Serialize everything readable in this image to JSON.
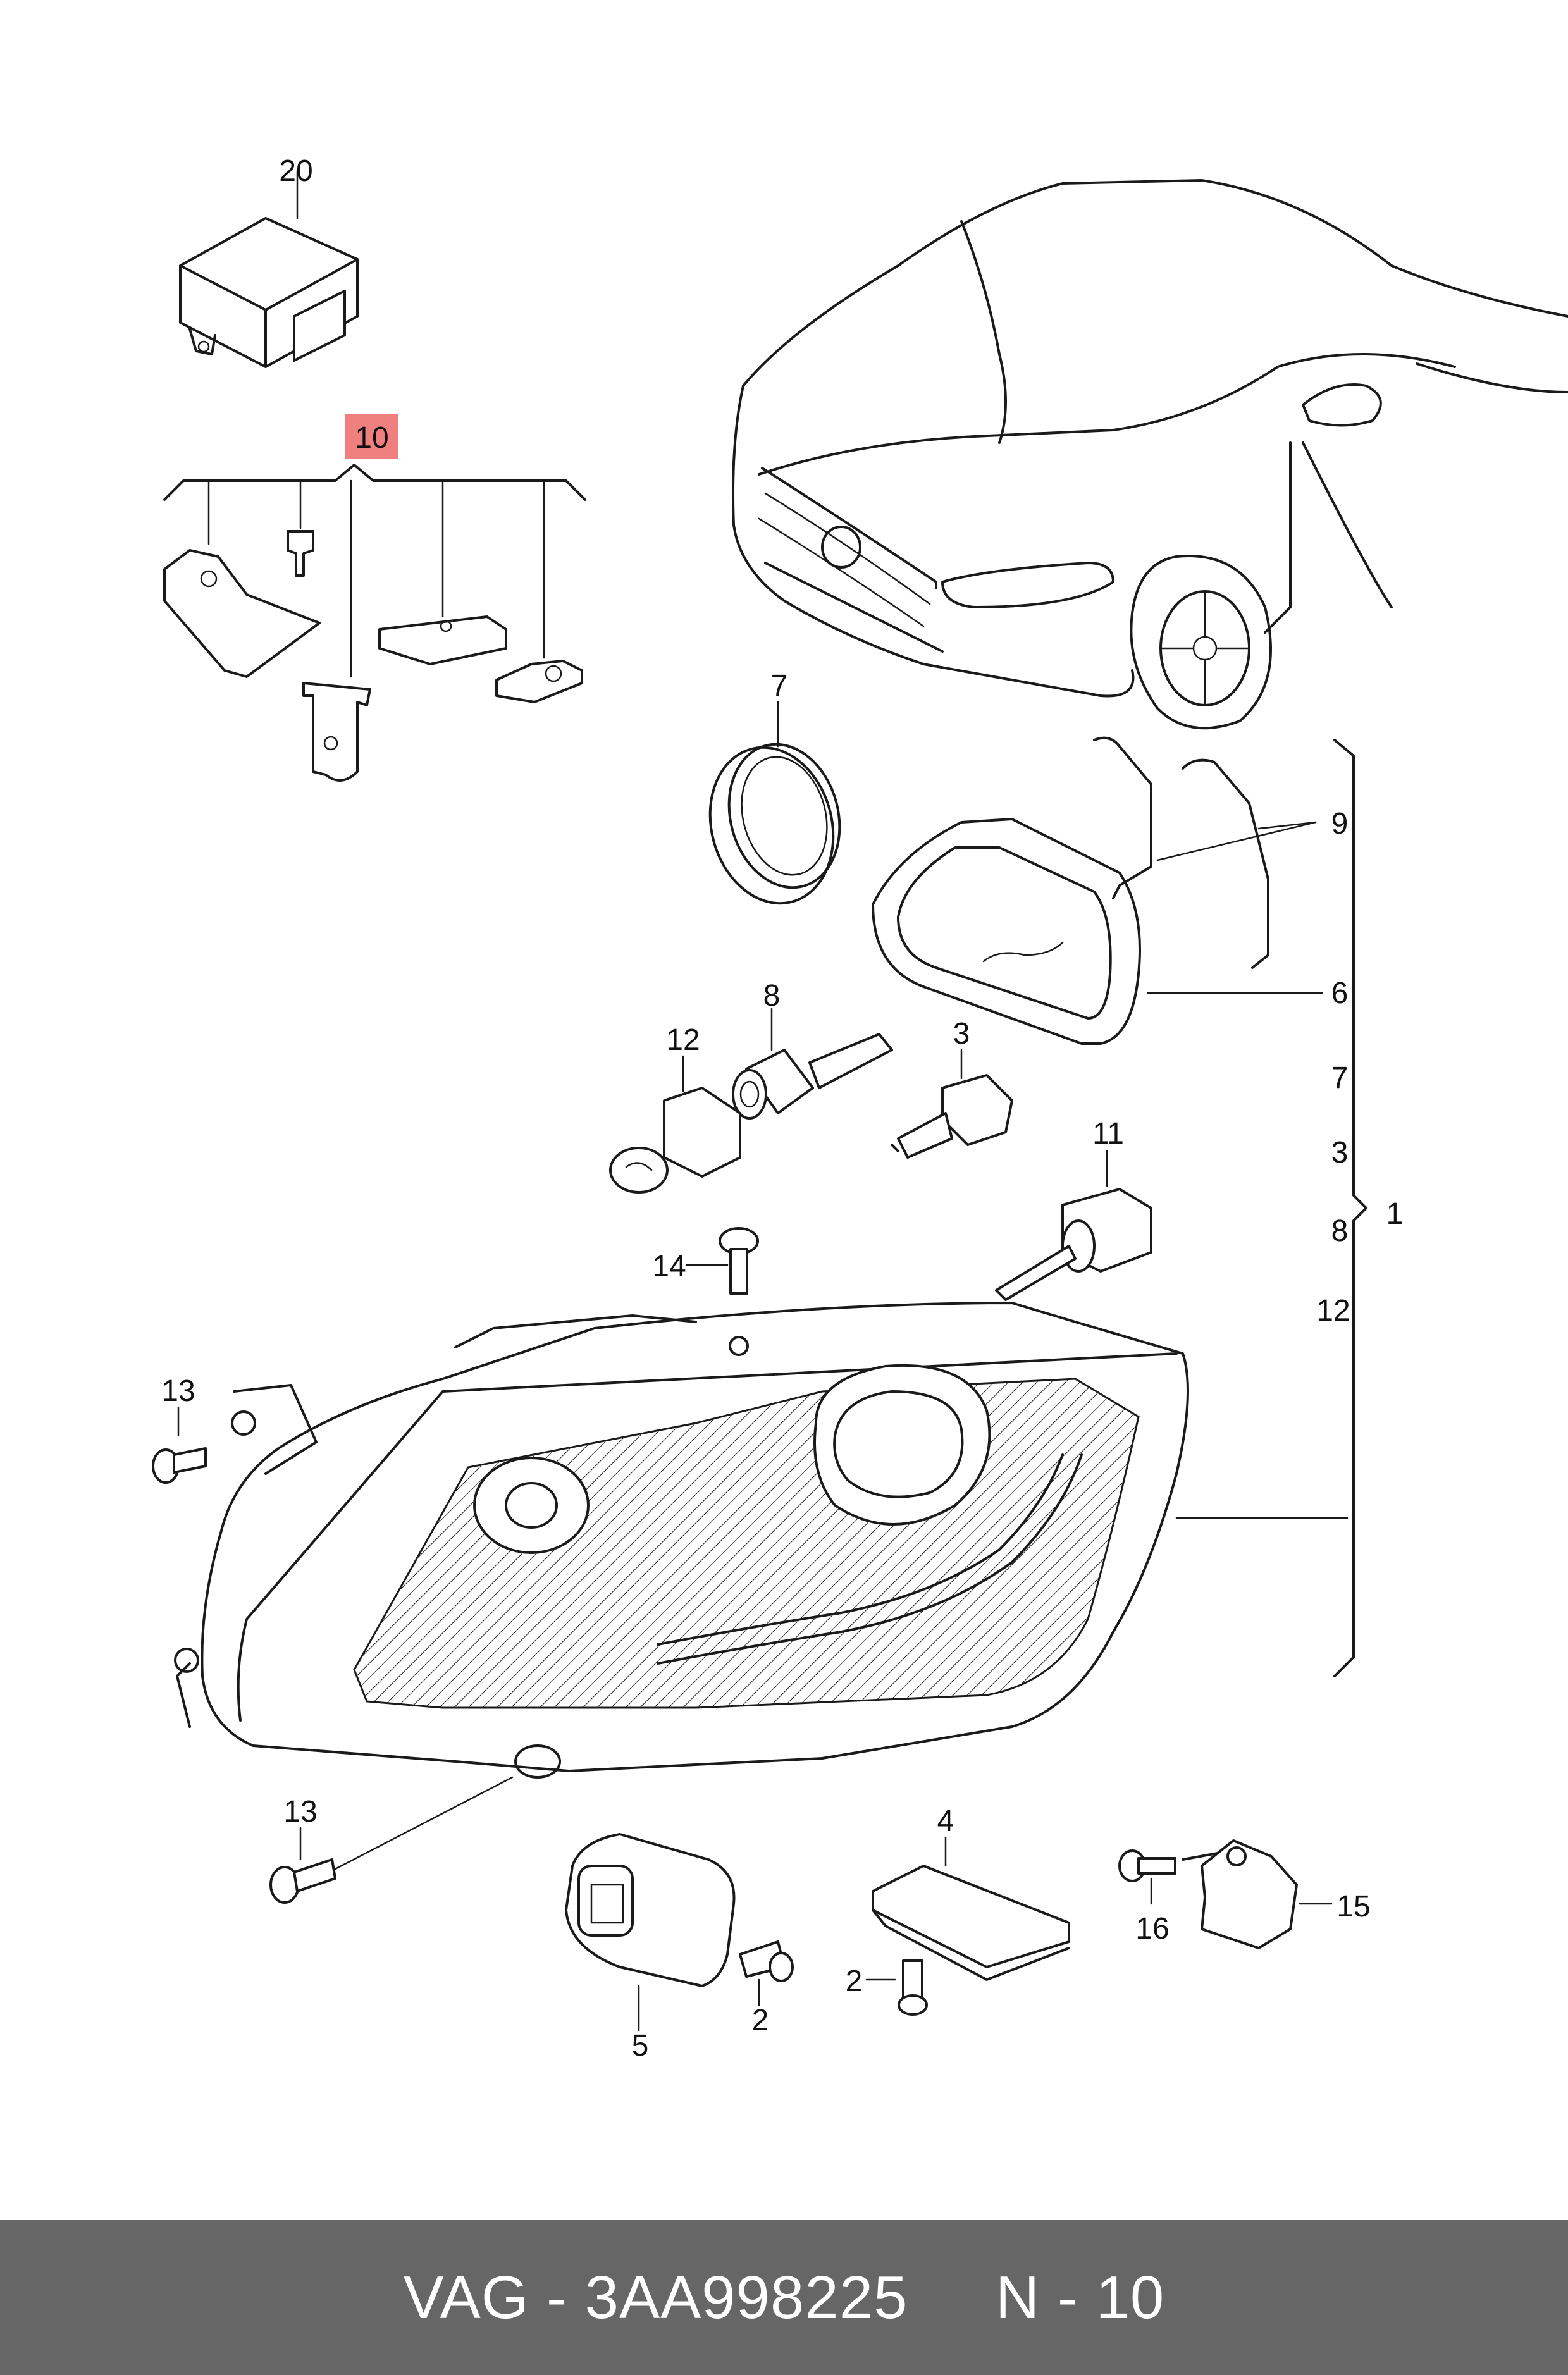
{
  "diagram": {
    "callouts": {
      "c20": "20",
      "c10": "10",
      "c7": "7",
      "c9": "9",
      "c6": "6",
      "c8": "8",
      "c12": "12",
      "c3": "3",
      "c11": "11",
      "c14": "14",
      "c13a": "13",
      "c13b": "13",
      "c4": "4",
      "c16": "16",
      "c15": "15",
      "c5": "5",
      "c2a": "2",
      "c2b": "2",
      "c1": "1",
      "bracket_7": "7",
      "bracket_3": "3",
      "bracket_8": "8",
      "bracket_12": "12"
    },
    "highlight_color": "#f08080"
  },
  "footer": {
    "brand": "VAG",
    "part_number": "3AA998225",
    "position": "N - 10",
    "text": "VAG - 3AA998225     N - 10",
    "background": "#666666"
  }
}
